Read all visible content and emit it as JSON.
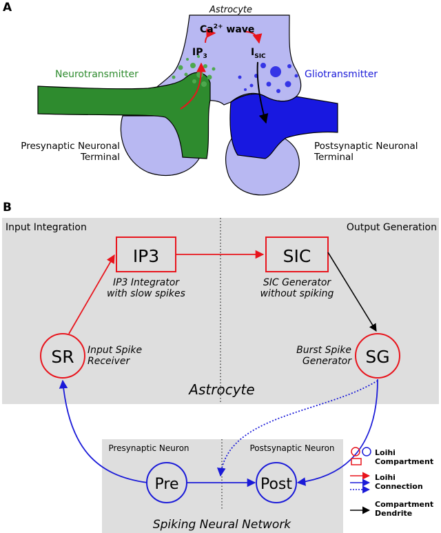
{
  "panel_a": {
    "label": "A",
    "astrocyte": "Astrocyte",
    "ca_prefix": "Ca",
    "ca_sup": "2+",
    "ca_suffix": " wave",
    "ip3_main": "IP",
    "ip3_sub": "3",
    "isic_main": "I",
    "isic_sub": "SIC",
    "neurotransmitter": "Neurotransmitter",
    "gliotransmitter": "Gliotransmitter",
    "pre_line1": "Presynaptic Neuronal",
    "pre_line2": "Terminal",
    "post_line1": "Postsynaptic Neuronal",
    "post_line2": "Terminal"
  },
  "panel_b": {
    "label": "B",
    "input_integration": "Input Integration",
    "output_generation": "Output Generation",
    "ip3_box": "IP3",
    "sic_box": "SIC",
    "ip3_desc1": "IP3 Integrator",
    "ip3_desc2": "with slow spikes",
    "sic_desc1": "SIC Generator",
    "sic_desc2": "without spiking",
    "sr": "SR",
    "sg": "SG",
    "sr_desc1": "Input Spike",
    "sr_desc2": "Receiver",
    "sg_desc1": "Burst Spike",
    "sg_desc2": "Generator",
    "astrocyte": "Astrocyte",
    "presynaptic_neuron": "Presynaptic Neuron",
    "postsynaptic_neuron": "Postsynaptic Neuron",
    "pre": "Pre",
    "post": "Post",
    "snn": "Spiking Neural Network"
  },
  "legend": {
    "compartment1": "Loihi",
    "compartment2": "Compartment",
    "connection1": "Loihi",
    "connection2": "Connection",
    "dendrite1": "Compartment",
    "dendrite2": "Dendrite"
  },
  "colors": {
    "red": "#e8141c",
    "blue": "#1a1ad8",
    "green": "#2e8b2e",
    "lavender": "#b8b8f2",
    "gray": "#dedede"
  }
}
